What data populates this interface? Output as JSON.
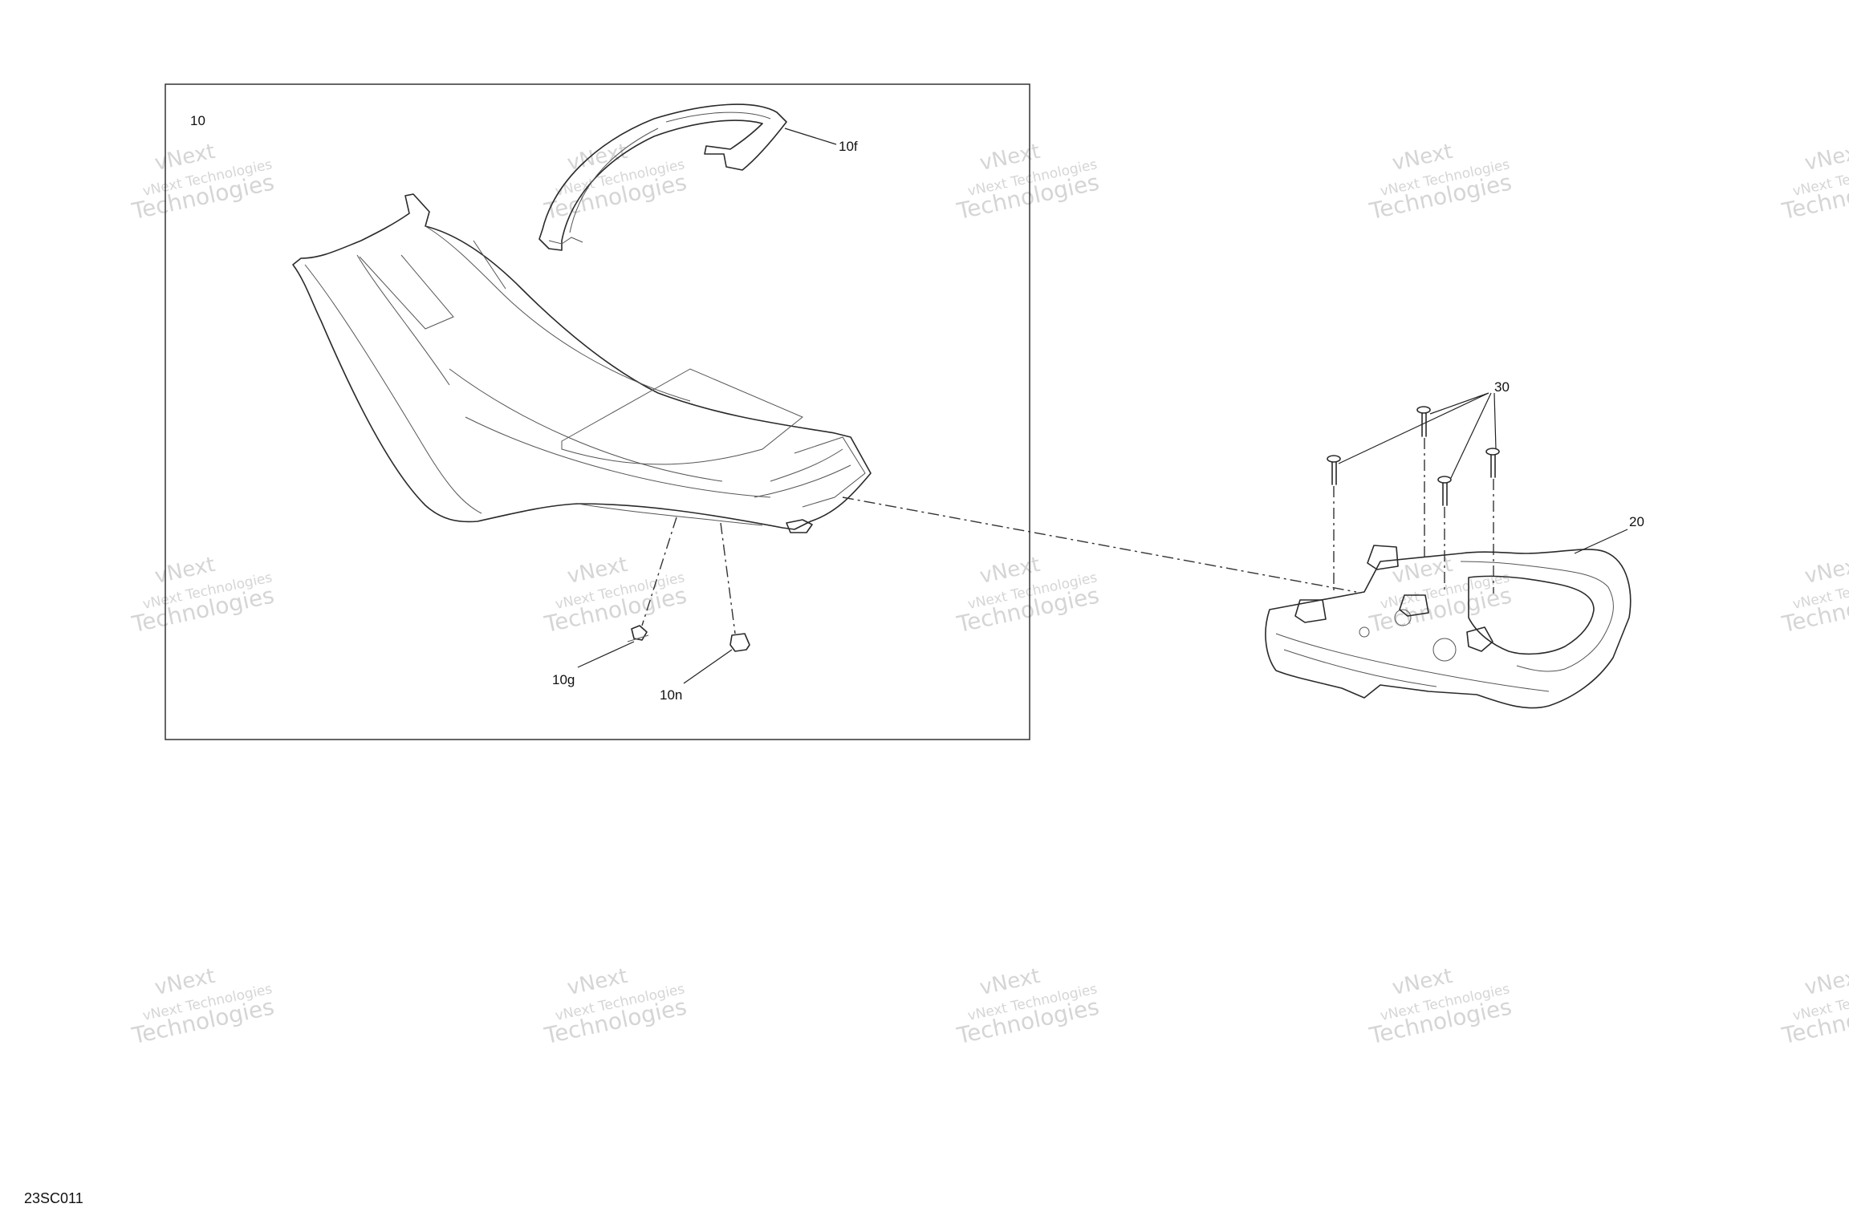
{
  "diagram": {
    "group_number": "10",
    "callouts": {
      "c10f": "10f",
      "c10g": "10g",
      "c10n": "10n",
      "c20": "20",
      "c30": "30"
    },
    "document_code": "23SC011",
    "watermark": {
      "line1": "vNext",
      "line2": "vNext Technologies",
      "line3": "Technologies"
    }
  }
}
